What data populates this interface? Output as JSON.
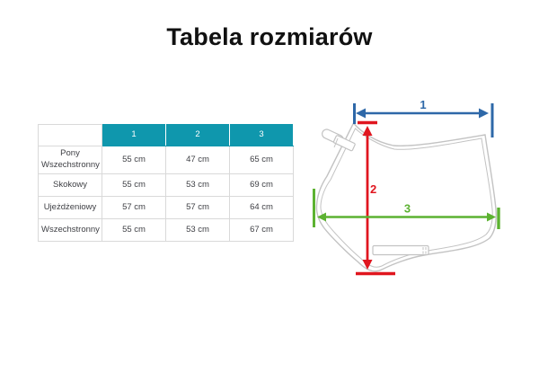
{
  "title": "Tabela rozmiarów",
  "table": {
    "columns": [
      "1",
      "2",
      "3"
    ],
    "rows": [
      {
        "label": "Pony Wszechstronny",
        "values": [
          "55 cm",
          "47 cm",
          "65 cm"
        ]
      },
      {
        "label": "Skokowy",
        "values": [
          "55 cm",
          "53 cm",
          "69 cm"
        ]
      },
      {
        "label": "Ujeżdżeniowy",
        "values": [
          "57 cm",
          "57 cm",
          "64 cm"
        ]
      },
      {
        "label": "Wszechstronny",
        "values": [
          "55 cm",
          "53 cm",
          "67 cm"
        ]
      }
    ],
    "header_bg": "#0f97ad",
    "header_text_color": "#ffffff",
    "border_color": "#d9d9d9",
    "cell_text_color": "#3f4045"
  },
  "diagram": {
    "subject": "saddle-pad-outline-with-dimensions",
    "labels": {
      "top_width": "1",
      "height": "2",
      "bottom_width": "3"
    },
    "colors": {
      "top_width_arrow": "#2e68a8",
      "height_arrow": "#e0161f",
      "bottom_width_arrow": "#5cb231",
      "outline": "#c3c3c3"
    }
  }
}
